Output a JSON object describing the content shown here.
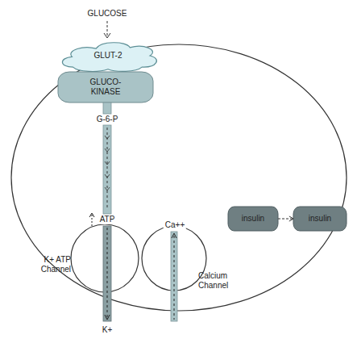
{
  "diagram": {
    "nodes": [
      {
        "text": [
          "GLUT-2"
        ]
      },
      {
        "text": [
          "GLUCO- KINASE"
        ]
      },
      {
        "text": [
          "insulin"
        ]
      },
      {
        "text": [
          "insulin"
        ]
      },
      {
        "text": [
          "K+ ATP Channel"
        ]
      },
      {
        "text": [
          "Calcium Channel"
        ]
      }
    ],
    "edges": [
      {
        "from": 2,
        "to": 3,
        "arrow": "to"
      }
    ],
    "labels": [
      "GLUCOSE",
      "G-6-P",
      "ATP",
      "Ca++",
      "K+"
    ]
  }
}
